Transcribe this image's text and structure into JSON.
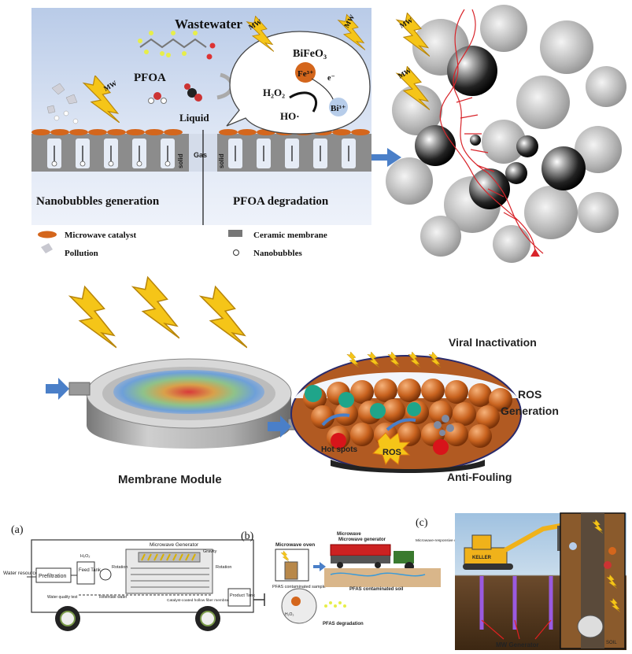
{
  "panel_top": {
    "wastewater": "Wastewater",
    "pfoa": "PFOA",
    "liquid": "Liquid",
    "gas": "Gas",
    "solid": "solid",
    "mw": "MW",
    "bifeo3": "BiFeO₃",
    "fe3": "Fe³⁺",
    "bi3": "Bi³⁺",
    "e": "e⁻",
    "h2o2": "H₂O₂",
    "ho": "HO·",
    "nanobubbles_generation": "Nanobubbles generation",
    "pfoa_degradation": "PFOA degradation",
    "legend": {
      "catalyst": "Microwave catalyst",
      "pollution": "Pollution",
      "ceramic": "Ceramic membrane",
      "nanobubbles": "Nanobubbles"
    }
  },
  "panel_middle": {
    "membrane_module": "Membrane Module",
    "viral_inactivation": "Viral Inactivation",
    "ros_generation_1": "ROS",
    "ros_generation_2": "Generation",
    "anti_fouling": "Anti-Fouling",
    "hot_spots": "Hot spots",
    "ros": "ROS"
  },
  "panel_bottom": {
    "label_a": "(a)",
    "label_b": "(b)",
    "label_c": "(c)",
    "water_resource": "Water resource",
    "prefiltration": "Prefiltration",
    "feed_tank": "Feed Tank",
    "h2o2": "H₂O₂",
    "microwave_generator": "Microwave Generator",
    "gravity": "Gravity",
    "rotation": "Rotation",
    "retentate_water": "Retentate water",
    "water_quality_test": "Water quality test",
    "catalyst_membrane": "Catalyst-coated hollow fiber membrane",
    "product_tank": "Product Tank",
    "microwave_oven": "Microwave oven",
    "pfas_sample": "PFAS contaminated sample",
    "mw_generator_truck": "Microwave generator",
    "mw_catalysis_note": "Microwave-responsive catalysts and hydrogen peroxide injection",
    "pfas_soil": "PFAS contaminated soil",
    "pfas_degradation": "PFAS degradation",
    "keller": "KELLER",
    "mw_generator": "MW Generator",
    "soil": "SOIL"
  },
  "colors": {
    "water_blue": "#cfdcef",
    "catalyst_orange": "#d4661c",
    "bolt_yellow": "#f5c518",
    "arrow_blue": "#4a7fc8",
    "helix_red": "#d8242a"
  }
}
